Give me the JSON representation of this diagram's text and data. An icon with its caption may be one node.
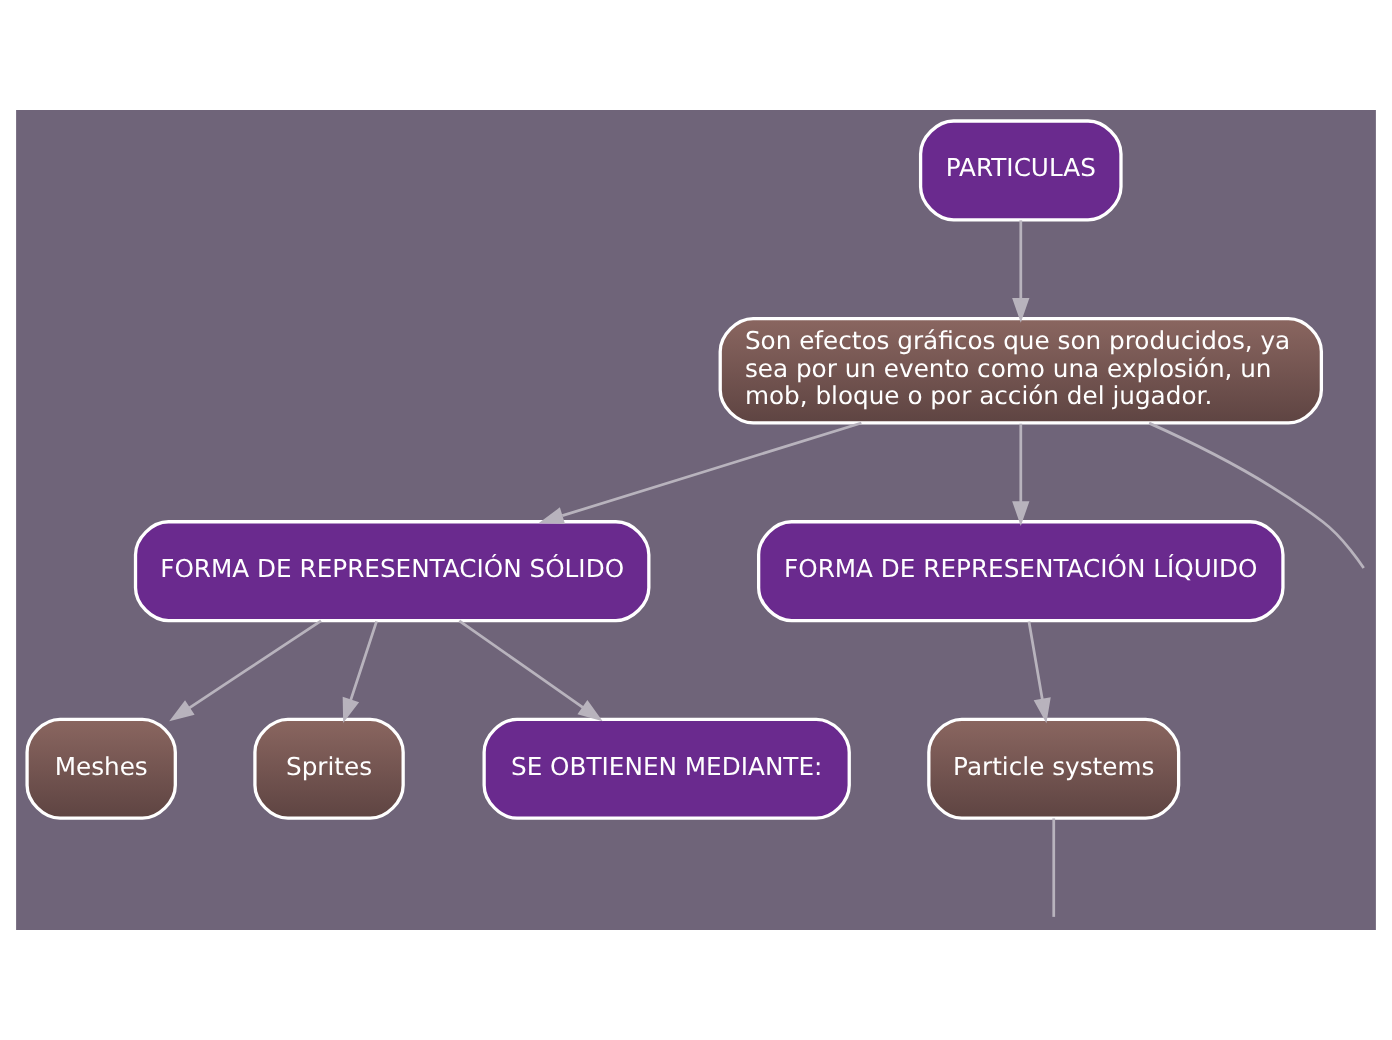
{
  "diagram": {
    "nodes": [
      {
        "text": [
          "PARTICULAS"
        ]
      },
      {
        "text": [
          "Son efectos gráficos que son producidos, ya sea por un evento como una explosión, un  mob, bloque o por acción del jugador."
        ]
      },
      {
        "text": [
          "FORMA DE REPRESENTACIÓN SÓLIDO"
        ]
      },
      {
        "text": [
          "FORMA DE REPRESENTACIÓN LÍQUIDO"
        ]
      },
      {
        "text": [
          "Meshes"
        ]
      },
      {
        "text": [
          "Sprites"
        ]
      },
      {
        "text": [
          "SE OBTIENEN MEDIANTE:"
        ]
      },
      {
        "text": [
          "Particle systems"
        ]
      }
    ],
    "edges": [
      {
        "from": 0,
        "to": 1,
        "arrow": "to"
      },
      {
        "from": 1,
        "to": 2,
        "arrow": "to"
      },
      {
        "from": 1,
        "to": null,
        "arrow": "none"
      },
      {
        "from": 1,
        "to": 3,
        "arrow": "to"
      },
      {
        "from": 2,
        "to": 4,
        "arrow": "to"
      },
      {
        "from": 2,
        "to": 6,
        "arrow": "to"
      },
      {
        "from": 2,
        "to": 5,
        "arrow": "to"
      },
      {
        "from": 3,
        "to": 7,
        "arrow": "to"
      },
      {
        "from": 7,
        "to": null,
        "arrow": "none"
      }
    ]
  }
}
